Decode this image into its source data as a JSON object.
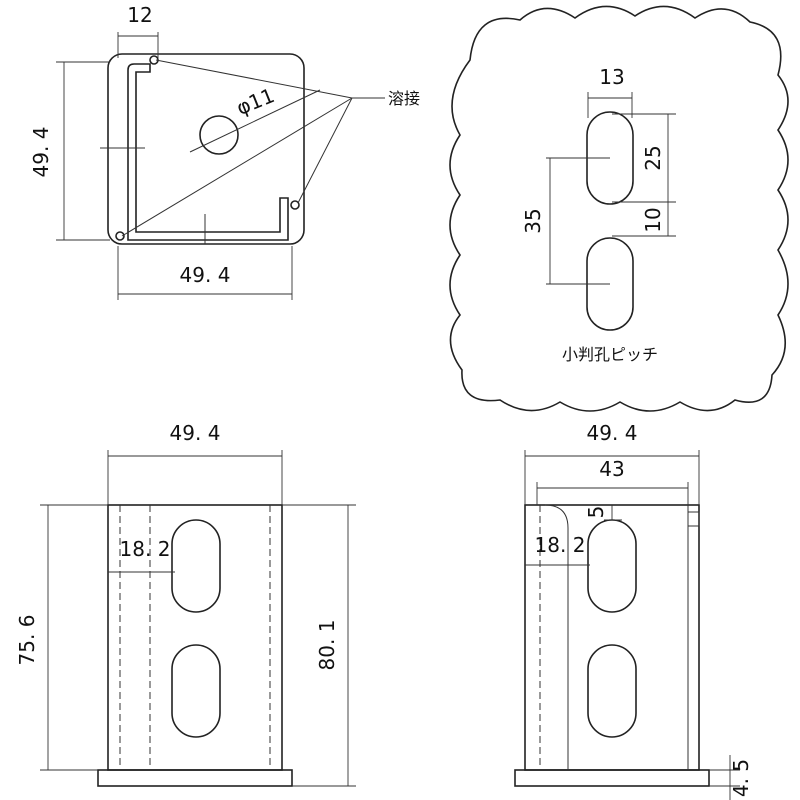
{
  "top_view": {
    "dim_slot_width": "12",
    "dim_height": "49. 4",
    "dim_width": "49. 4",
    "dim_hole": "φ11",
    "label_weld": "溶接"
  },
  "detail_view": {
    "dim_slot_width": "13",
    "dim_slot_length": "25",
    "dim_slot_gap": "10",
    "dim_pitch": "35",
    "caption": "小判孔ピッチ"
  },
  "front_view": {
    "dim_width": "49. 4",
    "dim_offset": "18. 2",
    "dim_height_left": "75. 6",
    "dim_height_right": "80. 1"
  },
  "side_view": {
    "dim_width": "49. 4",
    "dim_inner": "43",
    "dim_offset": "18. 2",
    "dim_top": "5",
    "dim_base": "4. 5"
  }
}
